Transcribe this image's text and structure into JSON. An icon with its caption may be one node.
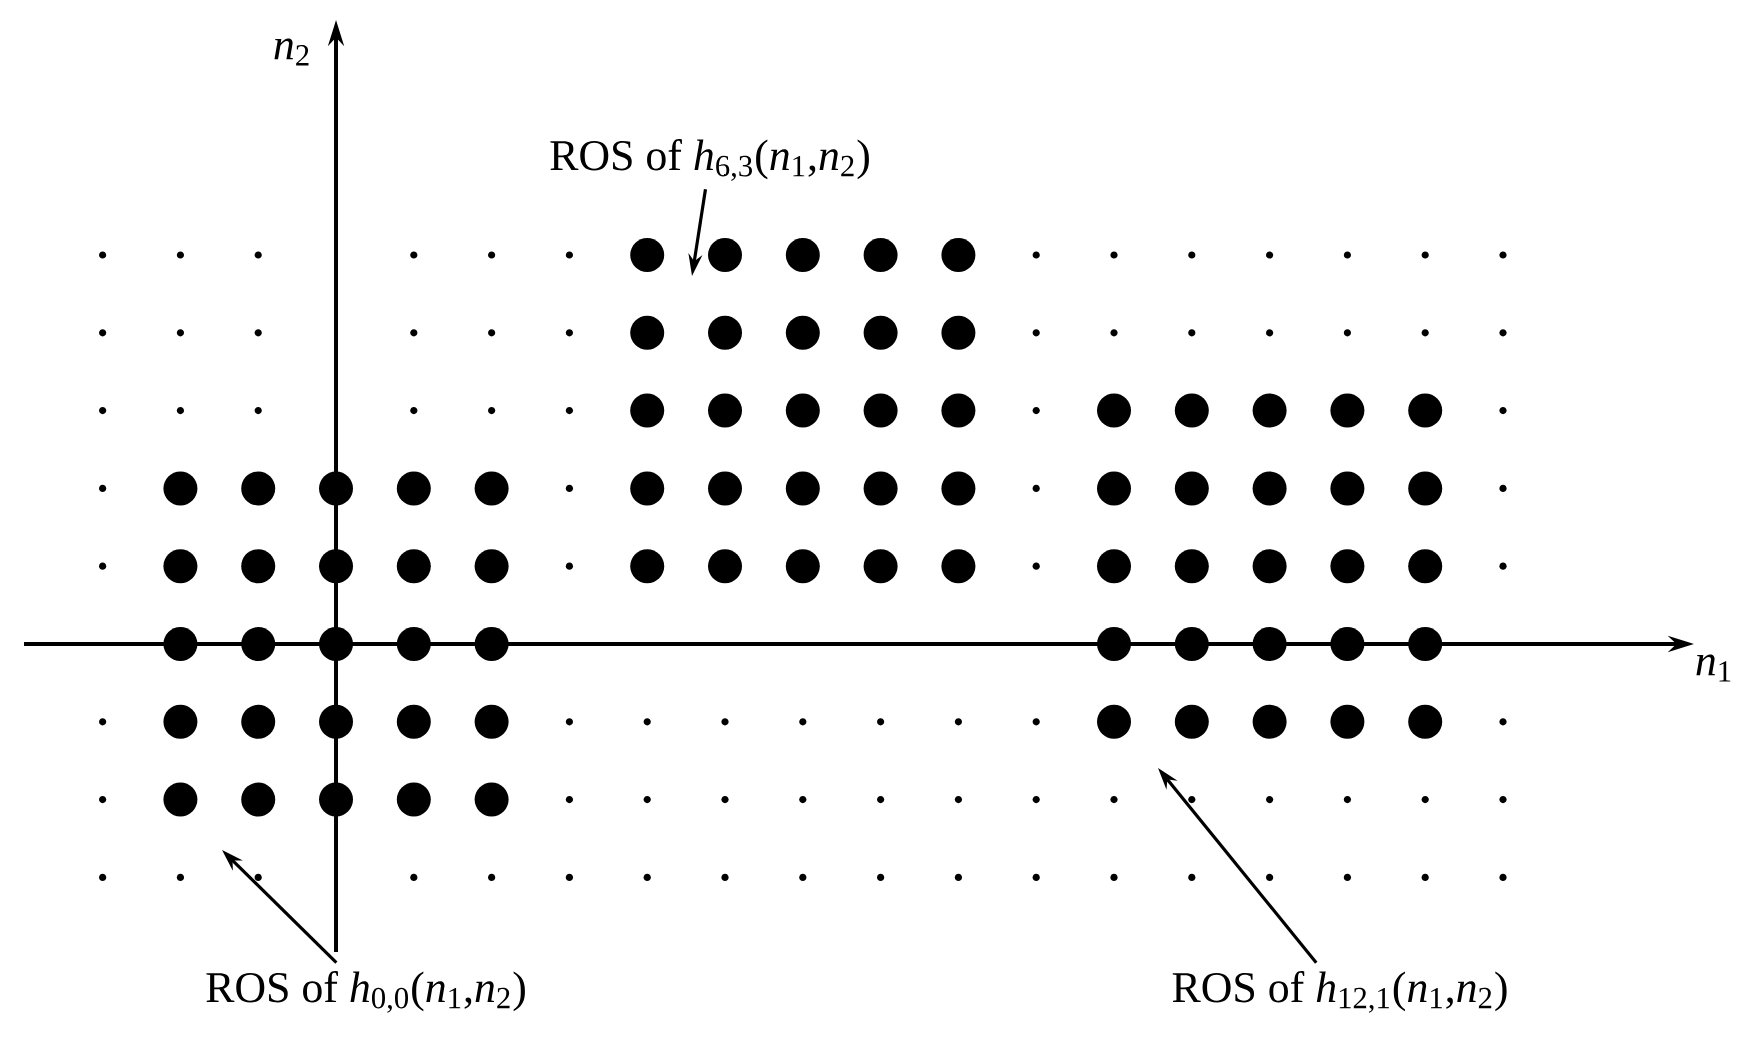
{
  "diagram": {
    "nodes": [
      {
        "text": [
          "ROS of *h*$_{6,3}$(*n*$_{1}$,*n*$_{2}$)"
        ]
      },
      {
        "text": [
          "ROS of *h*$_{0,0}$(*n*$_{1}$,*n*$_{2}$)"
        ]
      },
      {
        "text": [
          "ROS of *h*$_{12,1}$(*n*$_{1}$,*n*$_{2}$)"
        ]
      }
    ],
    "edges": [
      {
        "from": 0,
        "to": null,
        "arrow": "to"
      },
      {
        "from": 1,
        "to": null,
        "arrow": "to"
      },
      {
        "from": 2,
        "to": null,
        "arrow": "to"
      }
    ],
    "labels": [
      "*n*$_{2}$",
      "*n*$_{1}$"
    ]
  }
}
